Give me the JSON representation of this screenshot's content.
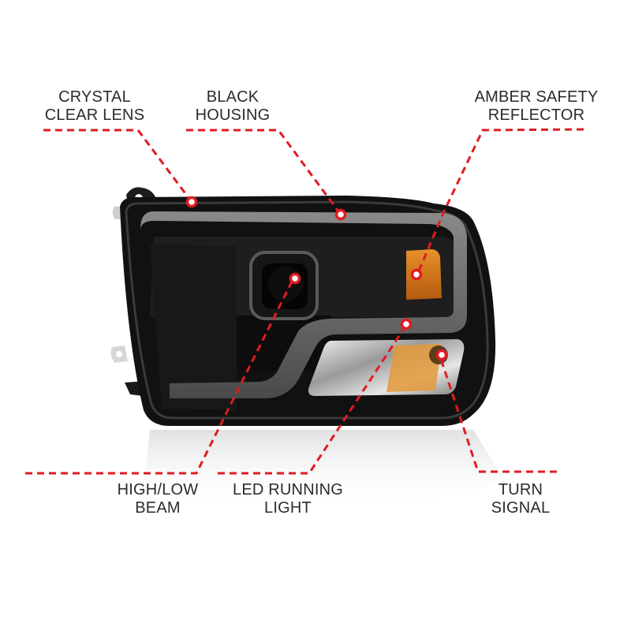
{
  "diagram": {
    "subject": "Black projector headlight with LED running light",
    "accent_color": "#e11b22",
    "text_color": "#2b2b2b",
    "callouts": [
      {
        "id": "crystal-clear-lens",
        "lines": [
          "CRYSTAL",
          "CLEAR LENS"
        ],
        "position": "top-left"
      },
      {
        "id": "black-housing",
        "lines": [
          "BLACK",
          "HOUSING"
        ],
        "position": "top-center"
      },
      {
        "id": "amber-safety-reflector",
        "lines": [
          "AMBER SAFETY",
          "REFLECTOR"
        ],
        "position": "top-right"
      },
      {
        "id": "high-low-beam",
        "lines": [
          "HIGH/LOW",
          "BEAM"
        ],
        "position": "bottom-left"
      },
      {
        "id": "led-running-light",
        "lines": [
          "LED RUNNING",
          "LIGHT"
        ],
        "position": "bottom-center"
      },
      {
        "id": "turn-signal",
        "lines": [
          "TURN",
          "SIGNAL"
        ],
        "position": "bottom-right"
      }
    ]
  }
}
